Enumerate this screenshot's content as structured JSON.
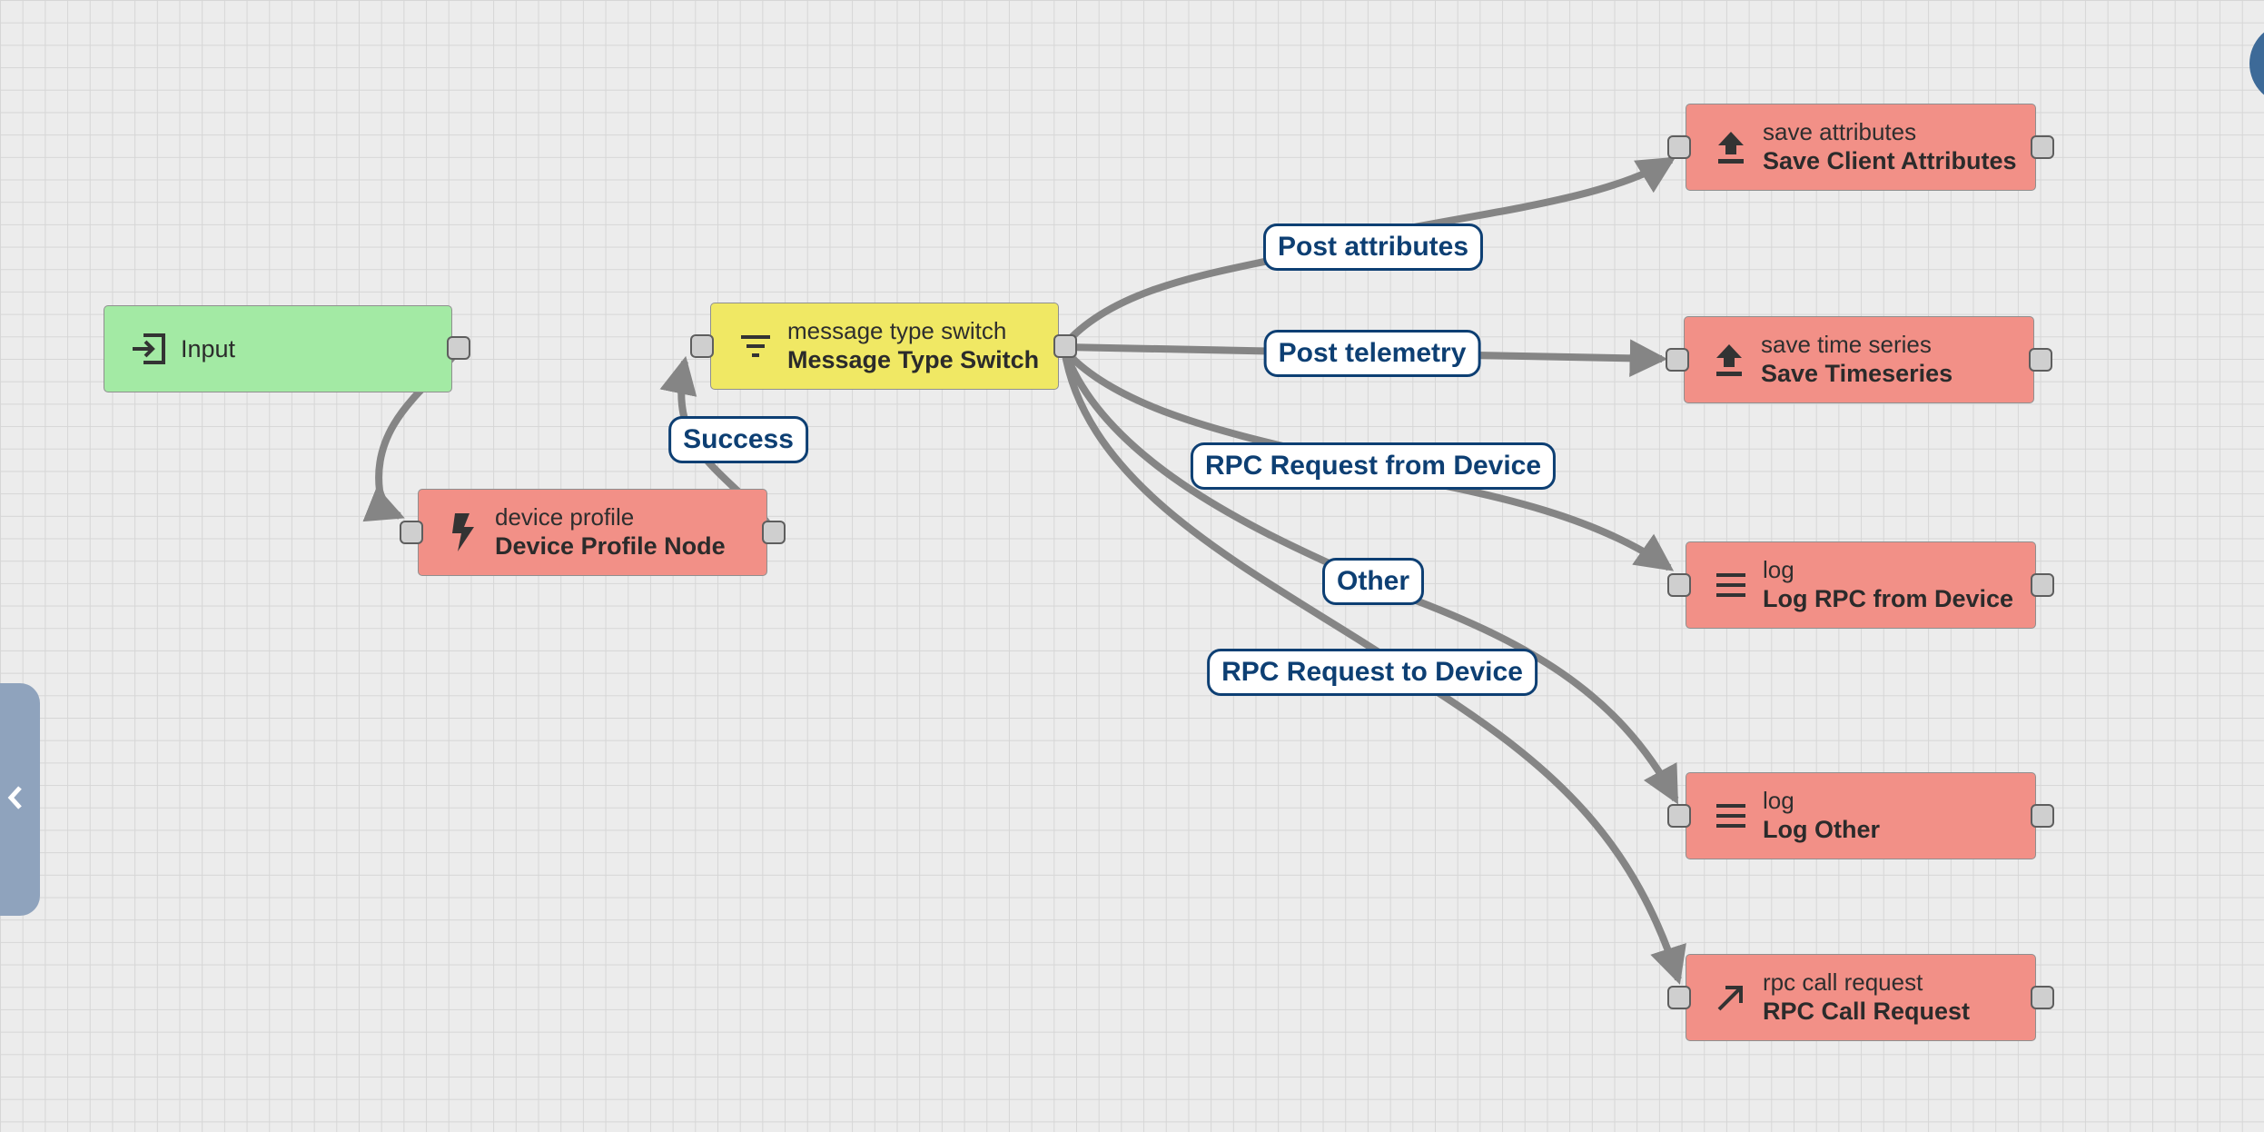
{
  "nodes": {
    "input": {
      "label": "Input",
      "icon": "input-arrow-icon",
      "color": "#a3eaa4"
    },
    "device_profile": {
      "type": "device profile",
      "title": "Device Profile Node",
      "icon": "lightning-bolt-icon",
      "color": "#f29087"
    },
    "message_type_switch": {
      "type": "message type switch",
      "title": "Message Type Switch",
      "icon": "filter-icon",
      "color": "#f0e864"
    },
    "save_client_attributes": {
      "type": "save attributes",
      "title": "Save Client Attributes",
      "icon": "upload-icon",
      "color": "#f29087"
    },
    "save_timeseries": {
      "type": "save time series",
      "title": "Save Timeseries",
      "icon": "upload-icon",
      "color": "#f29087"
    },
    "log_rpc_from_device": {
      "type": "log",
      "title": "Log RPC from Device",
      "icon": "menu-lines-icon",
      "color": "#f29087"
    },
    "log_other": {
      "type": "log",
      "title": "Log Other",
      "icon": "menu-lines-icon",
      "color": "#f29087"
    },
    "rpc_call_request": {
      "type": "rpc call request",
      "title": "RPC Call Request",
      "icon": "arrow-up-right-icon",
      "color": "#f29087"
    }
  },
  "connections": [
    {
      "from": "input",
      "to": "device_profile",
      "label": ""
    },
    {
      "from": "device_profile",
      "to": "message_type_switch",
      "label": "Success"
    },
    {
      "from": "message_type_switch",
      "to": "save_client_attributes",
      "label": "Post attributes"
    },
    {
      "from": "message_type_switch",
      "to": "save_timeseries",
      "label": "Post telemetry"
    },
    {
      "from": "message_type_switch",
      "to": "log_rpc_from_device",
      "label": "RPC Request from Device"
    },
    {
      "from": "message_type_switch",
      "to": "log_other",
      "label": "Other"
    },
    {
      "from": "message_type_switch",
      "to": "rpc_call_request",
      "label": "RPC Request to Device"
    }
  ],
  "colors": {
    "edge": "#858585",
    "label_border": "#0d3f73",
    "label_text": "#0d3f73",
    "port_fill": "#cfcfcf",
    "side_handle": "#8fa3bd",
    "fab": "#3d6a98"
  },
  "controls": {
    "side_handle_icon": "chevron-left-icon"
  }
}
